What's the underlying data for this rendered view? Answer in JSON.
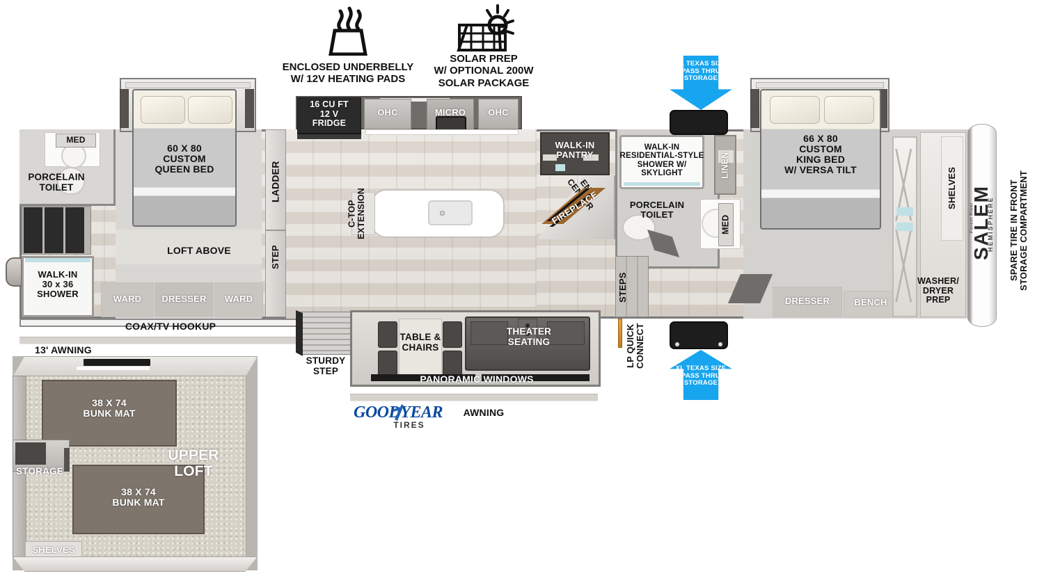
{
  "top_icons": [
    {
      "id": "underbelly",
      "label": "ENCLOSED UNDERBELLY\nW/ 12V HEATING PADS",
      "icon": "heat-pad-icon"
    },
    {
      "id": "solar",
      "label": "SOLAR PREP\nW/ OPTIONAL 200W\nSOLAR PACKAGE",
      "icon": "solar-panel-icon"
    }
  ],
  "badges": [
    {
      "id": "storage-top",
      "text": "XL TEXAS SIZE\nPASS THRU\nSTORAGE",
      "color": "#18a5ef",
      "direction": "down"
    },
    {
      "id": "storage-bottom",
      "text": "XL TEXAS SIZE\nPASS THRU\nSTORAGE",
      "color": "#18a5ef",
      "direction": "up"
    }
  ],
  "front_bedroom": {
    "bed": "60 X  80\nCUSTOM\nQUEEN BED",
    "loft_above": "LOFT ABOVE",
    "ward_left": "WARD",
    "dresser": "DRESSER",
    "ward_right": "WARD",
    "ladder": "LADDER",
    "step": "STEP"
  },
  "front_bath": {
    "med": "MED",
    "toilet": "PORCELAIN\nTOILET",
    "shower": "WALK-IN\n30 x 36\nSHOWER"
  },
  "kitchen": {
    "fridge": "16 CU FT\n12 V\nFRIDGE",
    "ohc_left": "OHC",
    "micro": "MICRO",
    "ohc_right": "OHC",
    "ctop": "C-TOP\nEXTENSION"
  },
  "mid": {
    "pantry": "WALK-IN\nPANTRY",
    "ent_center": "ENT.\nCENTER",
    "fireplace": "FIREPLACE",
    "shower": "WALK-IN\nRESIDENTIAL-STYLE\nSHOWER W/\nSKYLIGHT",
    "toilet": "PORCELAIN\nTOILET",
    "linen": "LINEN",
    "med": "MED",
    "steps": "STEPS"
  },
  "living": {
    "sturdy_step": "STURDY\nSTEP",
    "table_chairs": "TABLE &\nCHAIRS",
    "theater": "THEATER\nSEATING",
    "panoramic": "PANORAMIC WINDOWS",
    "lp": "LP QUICK\nCONNECT"
  },
  "rear_bedroom": {
    "bed": "66 X  80\nCUSTOM\nKING BED\nW/ VERSA TILT",
    "dresser": "DRESSER",
    "bench": "BENCH",
    "shelves": "SHELVES",
    "washer_dryer": "WASHER/\nDRYER\nPREP"
  },
  "exterior": {
    "coax": "COAX/TV HOOKUP",
    "awning_13": "13' AWNING",
    "awning": "AWNING",
    "spare_tire": "SPARE TIRE IN FRONT\nSTORAGE COMPARTMENT"
  },
  "loft": {
    "title": "UPPER\nLOFT",
    "bunk_top": "38 X 74\nBUNK MAT",
    "bunk_bottom": "38 X 74\nBUNK MAT",
    "storage": "STORAGE",
    "shelves": "SHELVES"
  },
  "brand": {
    "top": "Forest River",
    "main": "SALEM",
    "sub": "HEMISPHERE"
  },
  "tires": {
    "brand1": "GOOD",
    "brand2": "YEAR",
    "sub": "TIRES"
  }
}
